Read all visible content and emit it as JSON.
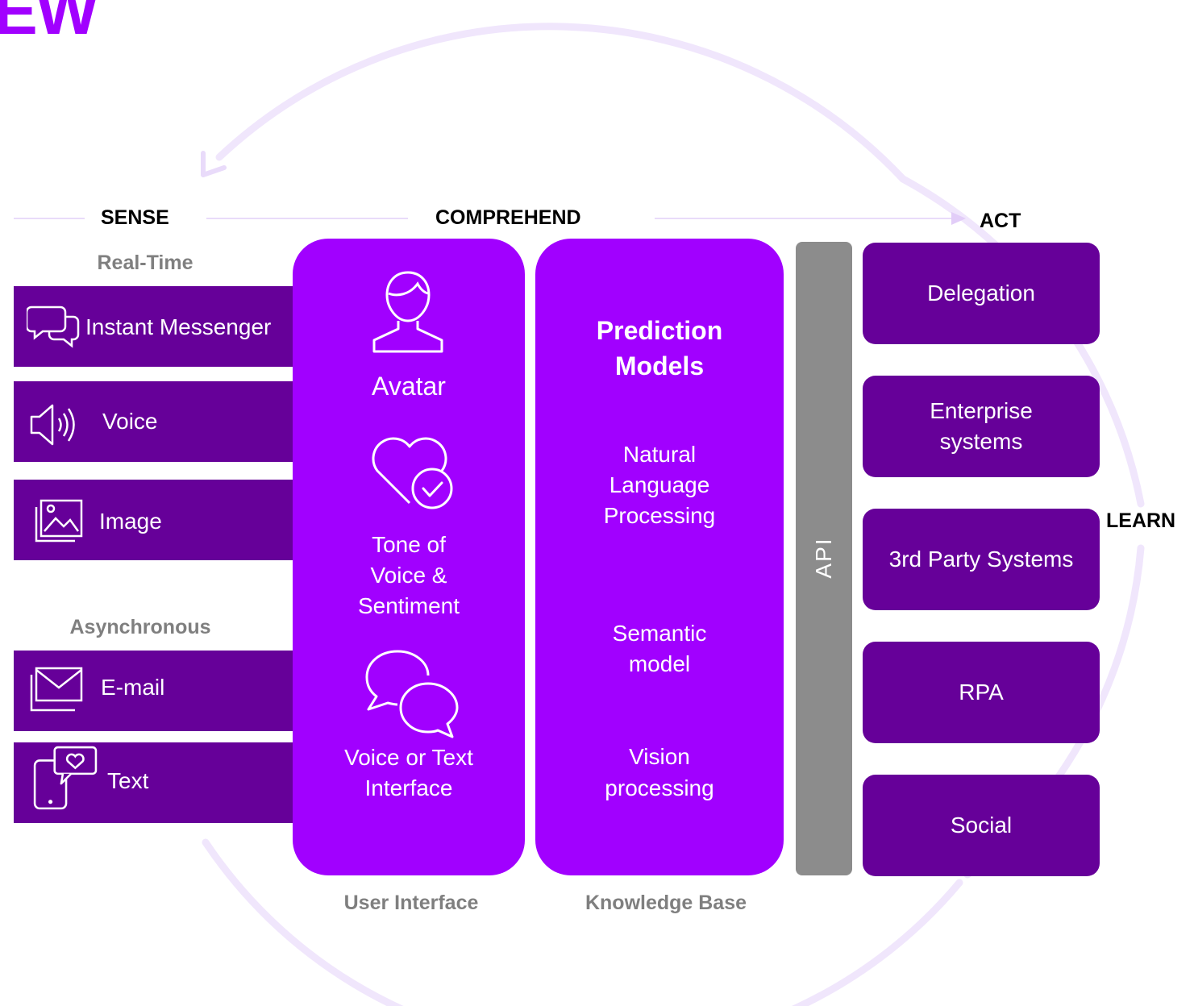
{
  "title": "EW",
  "stages": {
    "sense": "SENSE",
    "comprehend": "COMPREHEND",
    "act": "ACT",
    "learn": "LEARN"
  },
  "groups": {
    "realtime": "Real-Time",
    "asynchronous": "Asynchronous"
  },
  "sense_items": [
    {
      "label": "Instant Messenger",
      "icon": "chat-bubbles-icon"
    },
    {
      "label": "Voice",
      "icon": "speaker-icon"
    },
    {
      "label": "Image",
      "icon": "image-icon"
    },
    {
      "label": "E-mail",
      "icon": "envelope-icon"
    },
    {
      "label": "Text",
      "icon": "phone-message-icon"
    }
  ],
  "user_interface": {
    "avatar": "Avatar",
    "tone_line1": "Tone of",
    "tone_line2": "Voice &",
    "tone_line3": "Sentiment",
    "interface_line1": "Voice or Text",
    "interface_line2": "Interface",
    "caption": "User Interface"
  },
  "knowledge_base": {
    "heading_line1": "Prediction",
    "heading_line2": "Models",
    "nlp_line1": "Natural",
    "nlp_line2": "Language",
    "nlp_line3": "Processing",
    "semantic_line1": "Semantic",
    "semantic_line2": "model",
    "vision_line1": "Vision",
    "vision_line2": "processing",
    "caption": "Knowledge Base"
  },
  "api_label": "API",
  "act_items": [
    {
      "line1": "Delegation",
      "line2": ""
    },
    {
      "line1": "Enterprise",
      "line2": "systems"
    },
    {
      "line1": "3rd Party Systems",
      "line2": ""
    },
    {
      "line1": "RPA",
      "line2": ""
    },
    {
      "line1": "Social",
      "line2": ""
    }
  ],
  "colors": {
    "accent": "#a100ff",
    "dark_purple": "#660099",
    "cycle_ring": "#f0e6fc",
    "api_gray": "#8c8c8c",
    "muted_text": "#7f7f7f"
  }
}
